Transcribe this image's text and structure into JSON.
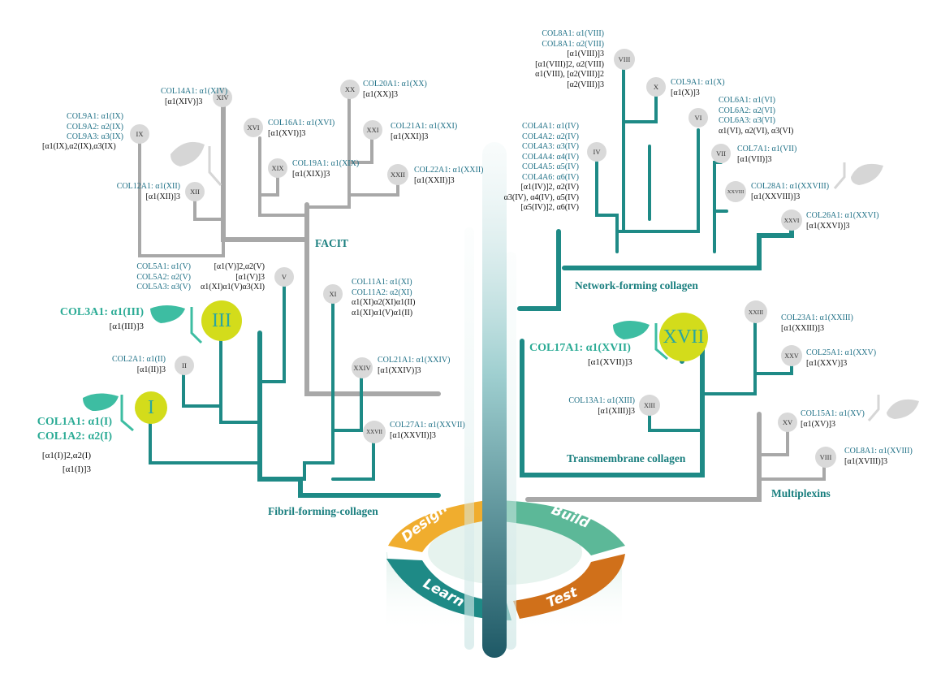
{
  "groups": {
    "facit": "FACIT",
    "network": "Network-forming collagen",
    "fibril": "Fibril-forming-collagen",
    "transmembrane": "Transmembrane collagen",
    "multiplexins": "Multiplexins"
  },
  "cycle": {
    "design": "Design",
    "build": "Build",
    "test": "Test",
    "learn": "Learn"
  },
  "nodes": {
    "xiv": "XIV",
    "ix": "IX",
    "xvi": "XVI",
    "xx": "XX",
    "xxi": "XXI",
    "xix": "XIX",
    "xxii": "XXII",
    "xii": "XII",
    "v": "V",
    "xi": "XI",
    "iii": "III",
    "ii": "II",
    "i": "I",
    "xxiv": "XXIV",
    "xxvii": "XXVII",
    "viii_top": "VIII",
    "x": "X",
    "vi": "VI",
    "iv": "IV",
    "vii": "VII",
    "xxviii": "XXVIII",
    "xxvi": "XXVI",
    "xvii": "XVII",
    "xxiii": "XXIII",
    "xxv": "XXV",
    "xiii": "XIII",
    "xv": "XV",
    "viii_bot": "VIII"
  },
  "labels": {
    "col14": {
      "gene": "COL14A1: α1(XIV)",
      "formula": "[α1(XIV)]3"
    },
    "col9": {
      "genes": [
        "COL9A1: α1(IX)",
        "COL9A2: α2(IX)",
        "COL9A3: α3(IX)"
      ],
      "formula": "[α1(IX),α2(IX),α3(IX)"
    },
    "col16": {
      "gene": "COL16A1: α1(XVI)",
      "formula": "[α1(XVI)]3"
    },
    "col20": {
      "gene": "COL20A1: α1(XX)",
      "formula": "[α1(XX)]3"
    },
    "col21": {
      "gene": "COL21A1: α1(XXI)",
      "formula": "[α1(XXI)]3"
    },
    "col19": {
      "gene": "COL19A1: α1(XIX)",
      "formula": "[α1(XIX)]3"
    },
    "col22": {
      "gene": "COL22A1: α1(XXII)",
      "formula": "[α1(XXII)]3"
    },
    "col12": {
      "gene": "COL12A1: α1(XII)",
      "formula": "[α1(XII)]3"
    },
    "col5": {
      "genes": [
        "COL5A1: α1(V)",
        "COL5A2: α2(V)",
        "COL5A3: α3(V)"
      ],
      "formulas": [
        "[α1(V)]2,α2(V)",
        "[α1(V)]3",
        "α1(XI)α1(V)α3(XI)"
      ]
    },
    "col11": {
      "genes": [
        "COL11A1: α1(XI)",
        "COL11A2: α2(XI)"
      ],
      "formulas": [
        "α1(XI)α2(XI)α1(II)",
        "α1(XI)α1(V)α1(II)"
      ]
    },
    "col3": {
      "gene": "COL3A1: α1(III)",
      "formula": "[α1(III)]3"
    },
    "col2": {
      "gene": "COL2A1: α1(II)",
      "formula": "[α1(II)]3"
    },
    "col1": {
      "genes": [
        "COL1A1: α1(I)",
        "COL1A2: α2(I)"
      ],
      "formulas": [
        "[α1(I)]2,α2(I)",
        "[α1(I)]3"
      ]
    },
    "col21b": {
      "gene": "COL21A1: α1(XXIV)",
      "formula": "[α1(XXIV)]3"
    },
    "col27": {
      "gene": "COL27A1: α1(XXVII)",
      "formula": "[α1(XXVII)]3"
    },
    "col8top": {
      "genes": [
        "COL8A1: α1(VIII)",
        "COL8A1: α2(VIII)"
      ],
      "formulas": [
        "[α1(VIII)]3",
        "[α1(VIII)]2, α2(VIII)",
        "α1(VIII), [α2(VIII)]2",
        "[α2(VIII)]3"
      ]
    },
    "col9x": {
      "gene": "COL9A1: α1(X)",
      "formula": "[α1(X)]3"
    },
    "col6": {
      "genes": [
        "COL6A1: α1(VI)",
        "COL6A2: α2(VI)",
        "COL6A3: α3(VI)"
      ],
      "formula": "α1(VI), α2(VI), α3(VI)"
    },
    "col4": {
      "genes": [
        "COL4A1: α1(IV)",
        "COL4A2: α2(IV)",
        "COL4A3: α3(IV)",
        "COL4A4: α4(IV)",
        "COL4A5: α5(IV)",
        "COL4A6: α6(IV)"
      ],
      "formulas": [
        "[α1(IV)]2, α2(IV)",
        "α3(IV), α4(IV), α5(IV)",
        "[α5(IV)]2, α6(IV)"
      ]
    },
    "col7": {
      "gene": "COL7A1: α1(VII)",
      "formula": "[α1(VII)]3"
    },
    "col28": {
      "gene": "COL28A1: α1(XXVIII)",
      "formula": "[α1(XXVIII)]3"
    },
    "col26": {
      "gene": "COL26A1: α1(XXVI)",
      "formula": "[α1(XXVI)]3"
    },
    "col17": {
      "gene": "COL17A1: α1(XVII)",
      "formula": "[α1(XVII)]3"
    },
    "col23": {
      "gene": "COL23A1: α1(XXIII)",
      "formula": "[α1(XXIII)]3"
    },
    "col25": {
      "gene": "COL25A1: α1(XXV)",
      "formula": "[α1(XXV)]3"
    },
    "col13": {
      "gene": "COL13A1: α1(XIII)",
      "formula": "[α1(XIII)]3"
    },
    "col15": {
      "gene": "COL15A1: α1(XV)",
      "formula": "[α1(XV)]3"
    },
    "col8bot": {
      "gene": "COL8A1: α1(XVIII)",
      "formula": "[α1(XVIII)]3"
    }
  },
  "colors": {
    "teal": "#1e8a86",
    "gray": "#a8a8a8",
    "yellow": "#d3dc1b",
    "leaf": "#3dbda2",
    "orange": "#f0ad2e",
    "rust": "#d0701a",
    "green": "#5cb898"
  }
}
